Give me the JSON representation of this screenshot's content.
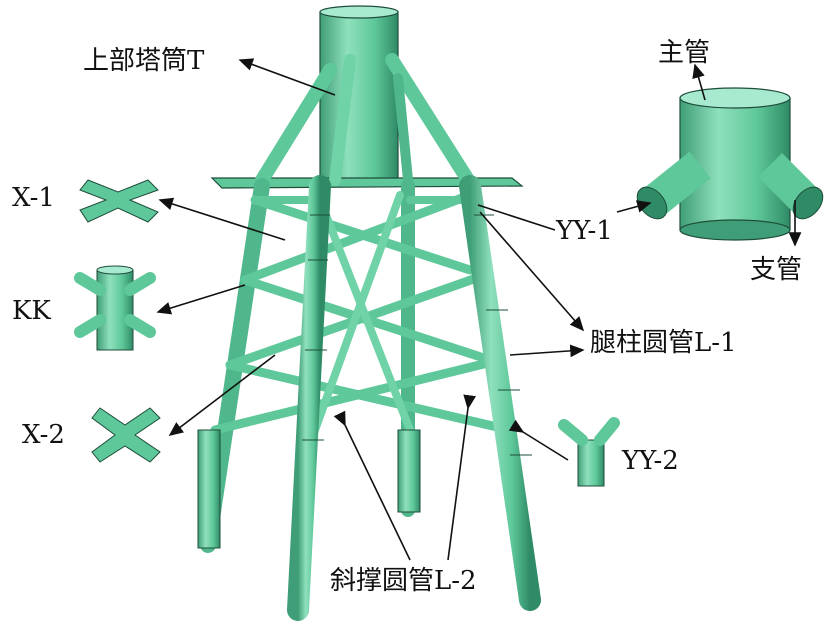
{
  "labels": {
    "tower": "上部塔筒T",
    "main_pipe": "主管",
    "branch_pipe": "支管",
    "x1": "X-1",
    "kk": "KK",
    "x2": "X-2",
    "yy1": "YY-1",
    "leg_pipe": "腿柱圆管L-1",
    "yy2": "YY-2",
    "brace_pipe": "斜撑圆管L-2"
  },
  "colors": {
    "steel": "#5ec89a",
    "steel_light": "#a8ead0",
    "steel_dark": "#2f8a66",
    "outline": "#1e4d3a",
    "arrow": "#111111"
  }
}
